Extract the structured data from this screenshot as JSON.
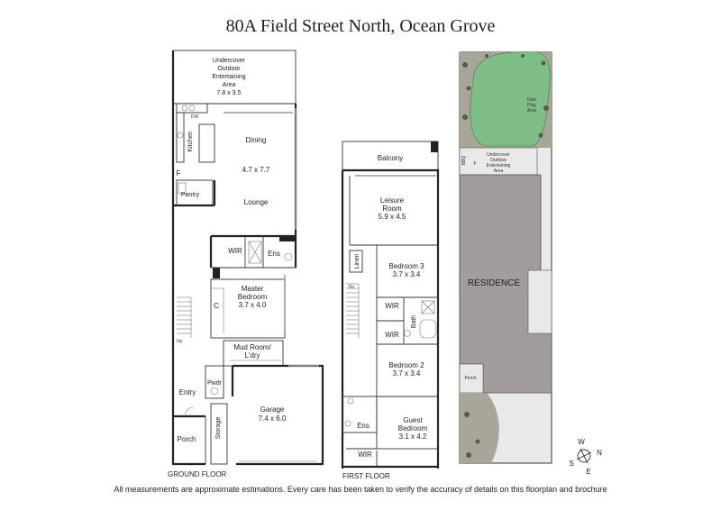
{
  "title": "80A Field Street North, Ocean Grove",
  "ground_floor": {
    "label": "GROUND FLOOR",
    "rooms": {
      "outdoor_1": "Undercover",
      "outdoor_2": "Outdoor",
      "outdoor_3": "Entertaining",
      "outdoor_4": "Area",
      "outdoor_dim": "7.8 x 3.5",
      "dw": "DW",
      "kitchen": "Kitchen",
      "dining": "Dining",
      "dining_dim": "4.7 x 7.7",
      "lounge": "Lounge",
      "f": "F",
      "pantry": "Pantry",
      "wir": "WIR",
      "ens": "Ens",
      "master_1": "Master",
      "master_2": "Bedroom",
      "master_dim": "3.7 x 4.0",
      "c": "C",
      "up": "Up",
      "mud_1": "Mud Room/",
      "mud_2": "L'dry",
      "pwdr": "Pwdr",
      "entry": "Entry",
      "garage": "Garage",
      "garage_dim": "7.4 x 6.0",
      "storage": "Storage",
      "porch": "Porch"
    }
  },
  "first_floor": {
    "label": "FIRST FLOOR",
    "rooms": {
      "balcony": "Balcony",
      "leisure_1": "Leisure",
      "leisure_2": "Room",
      "leisure_dim": "5.9 x 4.5",
      "linen": "Linen",
      "bed3": "Bedroom 3",
      "bed3_dim": "3.7 x 3.4",
      "dn": "Dn",
      "wir1": "WIR",
      "bath": "Bath",
      "wir2": "WIR",
      "bed2": "Bedroom 2",
      "bed2_dim": "3.7 x 3.4",
      "ens": "Ens",
      "guest_1": "Guest",
      "guest_2": "Bedroom",
      "guest_dim": "3.1 x 4.2",
      "wir3": "WIR"
    }
  },
  "site_plan": {
    "kids_1": "Kids",
    "kids_2": "Play",
    "kids_3": "Area",
    "uo_1": "Undercover",
    "uo_2": "Outdoor",
    "uo_3": "Entertaining",
    "uo_4": "Area",
    "bbq": "BBQ",
    "f": "F",
    "residence": "RESIDENCE",
    "porch": "Porch"
  },
  "compass": {
    "n": "N",
    "e": "E",
    "s": "S",
    "w": "W"
  },
  "disclaimer": "All measurements are approximate estimations. Every care has been taken to verify the accuracy of details on this floorplan and brochure",
  "colors": {
    "lawn": "#7dbf86",
    "residence": "#a39c9c",
    "paving": "#e9e9e9",
    "garden": "#a8a59a"
  }
}
